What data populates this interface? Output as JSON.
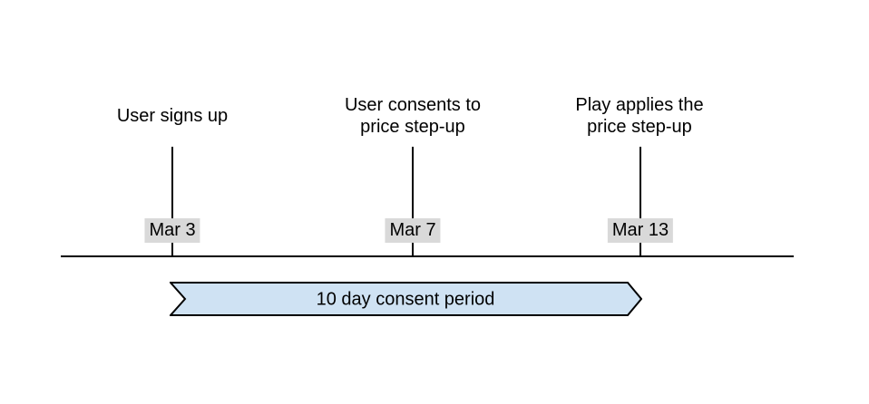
{
  "colors": {
    "background": "#ffffff",
    "line": "#000000",
    "text": "#000000",
    "date_label_bg": "#d9d9d9",
    "period_fill": "#cfe2f3",
    "period_border": "#000000"
  },
  "timeline": {
    "events": [
      {
        "label": "User signs up",
        "date": "Mar 3"
      },
      {
        "label": "User consents to\nprice step-up",
        "date": "Mar 7"
      },
      {
        "label": "Play applies the\nprice step-up",
        "date": "Mar 13"
      }
    ],
    "period": {
      "label": "10 day consent period"
    }
  }
}
